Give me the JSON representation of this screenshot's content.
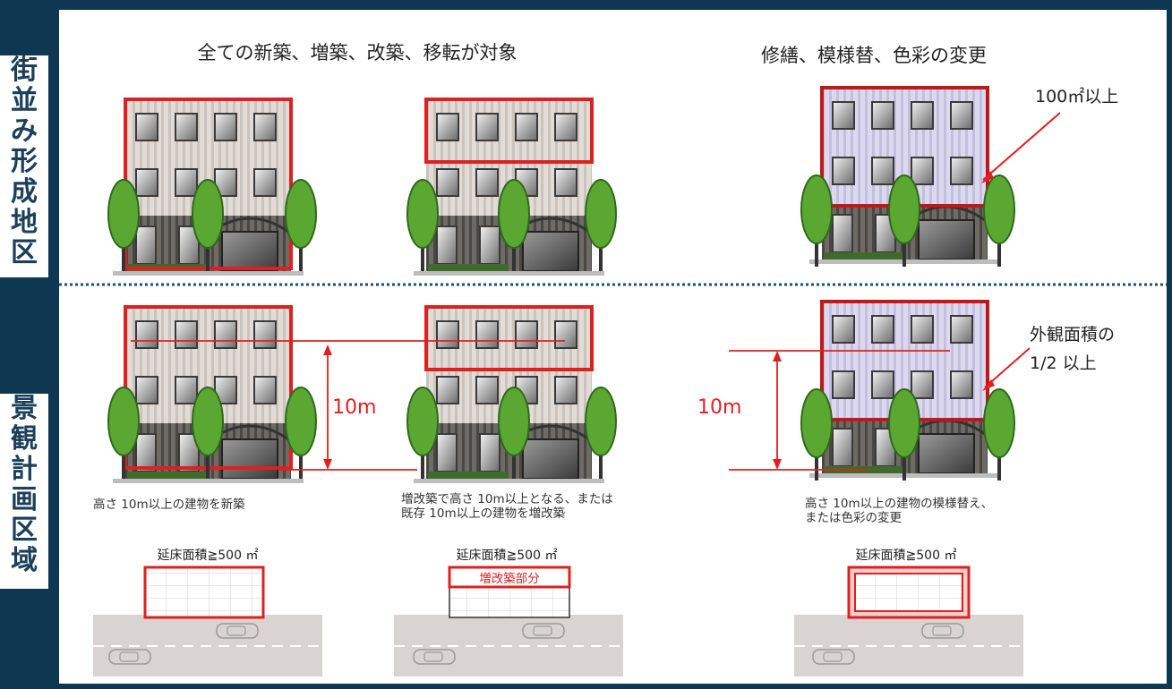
{
  "side_labels": {
    "machinami": "街\n並\nみ\n形\n成\n地\n区",
    "keikan": "景\n観\n計\n画\n区\n域"
  },
  "headers": {
    "left": "全ての新築、増築、改築、移転が対象",
    "right": "修繕、模様替、色彩の変更"
  },
  "annotations": {
    "area_100": "100㎡以上",
    "facade_half_1": "外観面積の",
    "facade_half_2": "1/2 以上",
    "height_left": "10m",
    "height_right": "10m"
  },
  "captions": {
    "case1": "高さ 10m以上の建物を新築",
    "case2_line1": "増改築で高さ 10m以上となる、または",
    "case2_line2": "既存 10m以上の建物を増改築",
    "case3_line1": "高さ 10m以上の建物の模様替え、",
    "case3_line2": "または色彩の変更"
  },
  "floor_area": {
    "case1": "延床面積≧500 ㎡",
    "case2": "延床面積≧500 ㎡",
    "case3": "延床面積≧500 ㎡",
    "extension_label": "増改築部分"
  },
  "colors": {
    "frame": "#0e3752",
    "highlight": "#e02020",
    "divider": "#1c4f7a",
    "tree": "#5aa832"
  }
}
